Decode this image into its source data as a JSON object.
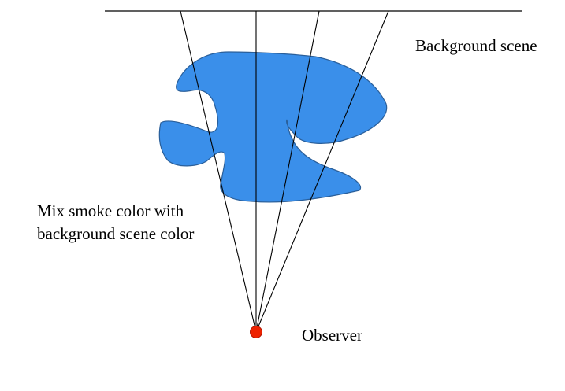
{
  "labels": {
    "background_scene": "Background scene",
    "mix_line1": "Mix smoke color with",
    "mix_line2": "background scene color",
    "observer": "Observer"
  },
  "colors": {
    "smoke_fill": "#3a8fea",
    "smoke_stroke": "#2a5f9a",
    "observer_fill": "#ee2200",
    "line": "#000000"
  },
  "shapes": {
    "smoke": "smoke-cloud",
    "observer": "observer-dot",
    "background": "background-plane-line",
    "rays": "sight-rays"
  }
}
